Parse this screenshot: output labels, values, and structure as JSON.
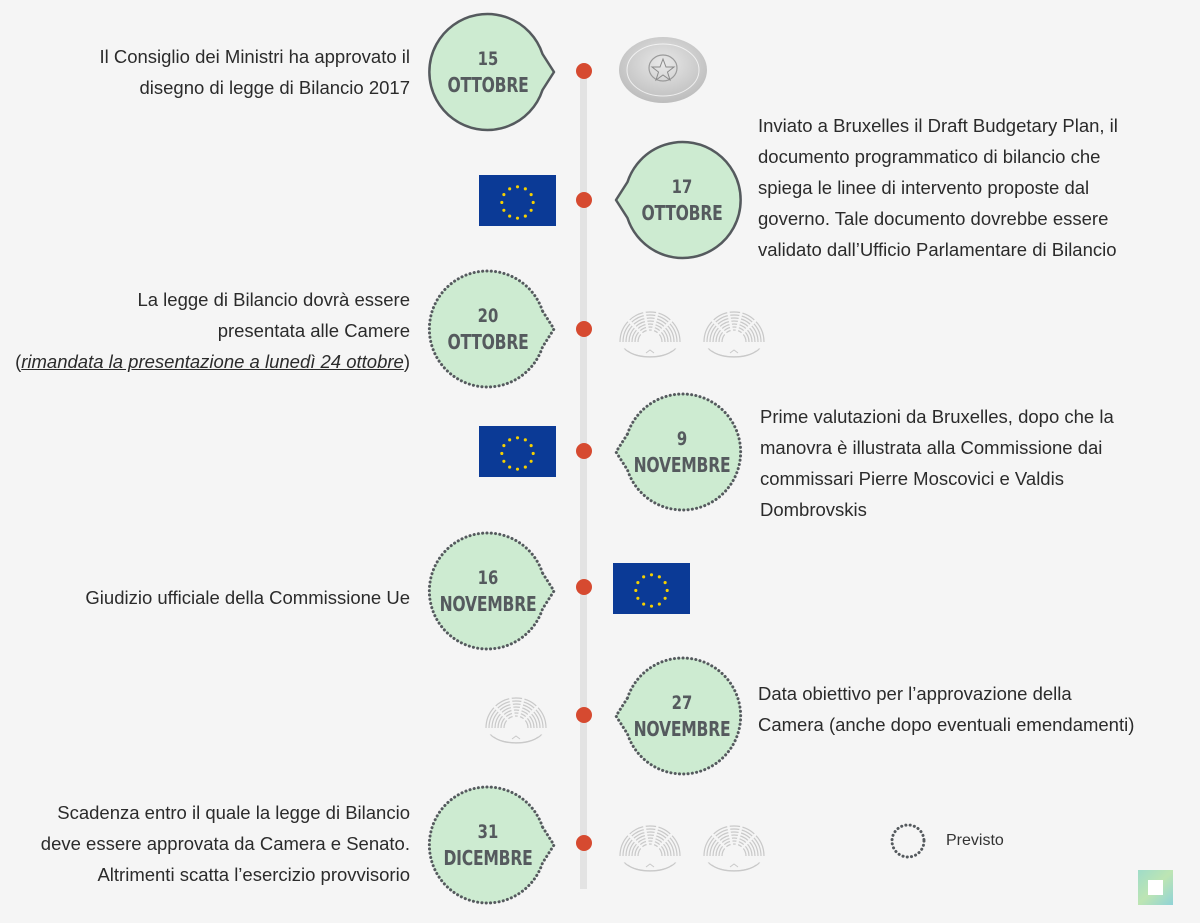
{
  "colors": {
    "background": "#f5f5f5",
    "axis": "#e3e3e3",
    "dot": "#d64a30",
    "bubble_fill": "#cdebd1",
    "bubble_stroke": "#555a5e",
    "eu_blue": "#0b3a96",
    "eu_star": "#f5d000"
  },
  "events": [
    {
      "day": "15",
      "month": "OTTOBRE",
      "status": "confermato",
      "side_text": "left",
      "text_lines": [
        "Il Consiglio dei Ministri ha approvato il",
        "disegno di legge di Bilancio 2017"
      ],
      "icons": [
        "presidenza-consiglio-seal"
      ]
    },
    {
      "day": "17",
      "month": "OTTOBRE",
      "status": "confermato",
      "side_text": "right",
      "text_lines": [
        "Inviato a Bruxelles il Draft Budgetary Plan, il",
        "documento programmatico di bilancio che",
        "spiega le linee di intervento proposte dal",
        "governo. Tale documento dovrebbe essere",
        "validato dall’Ufficio Parlamentare di Bilancio"
      ],
      "icons": [
        "eu-flag"
      ]
    },
    {
      "day": "20",
      "month": "OTTOBRE",
      "status": "previsto",
      "side_text": "left",
      "text_lines": [
        "La legge di Bilancio dovrà essere",
        "presentata alle Camere"
      ],
      "note_open": "(",
      "note": "rimandata la presentazione a lunedì 24 ottobre",
      "note_close": ")",
      "icons": [
        "parliament-hemicycle",
        "parliament-hemicycle"
      ]
    },
    {
      "day": "9",
      "month": "NOVEMBRE",
      "status": "previsto",
      "side_text": "right",
      "text_lines": [
        "Prime valutazioni da Bruxelles, dopo che la",
        "manovra è illustrata alla Commissione dai",
        "commissari Pierre Moscovici e Valdis",
        "Dombrovskis"
      ],
      "icons": [
        "eu-flag"
      ]
    },
    {
      "day": "16",
      "month": "NOVEMBRE",
      "status": "previsto",
      "side_text": "left",
      "text_lines": [
        "Giudizio ufficiale della Commissione Ue"
      ],
      "icons": [
        "eu-flag"
      ]
    },
    {
      "day": "27",
      "month": "NOVEMBRE",
      "status": "previsto",
      "side_text": "right",
      "text_lines": [
        "Data obiettivo per l’approvazione della",
        "Camera (anche dopo eventuali emendamenti)"
      ],
      "icons": [
        "parliament-hemicycle"
      ]
    },
    {
      "day": "31",
      "month": "DICEMBRE",
      "status": "previsto",
      "side_text": "left",
      "text_lines": [
        "Scadenza entro il quale la legge di Bilancio",
        "deve essere approvata da Camera e Senato.",
        "Altrimenti scatta l’esercizio provvisorio"
      ],
      "icons": [
        "parliament-hemicycle",
        "parliament-hemicycle"
      ]
    }
  ],
  "legend": {
    "label": "Previsto",
    "symbol": "dotted-circle"
  }
}
